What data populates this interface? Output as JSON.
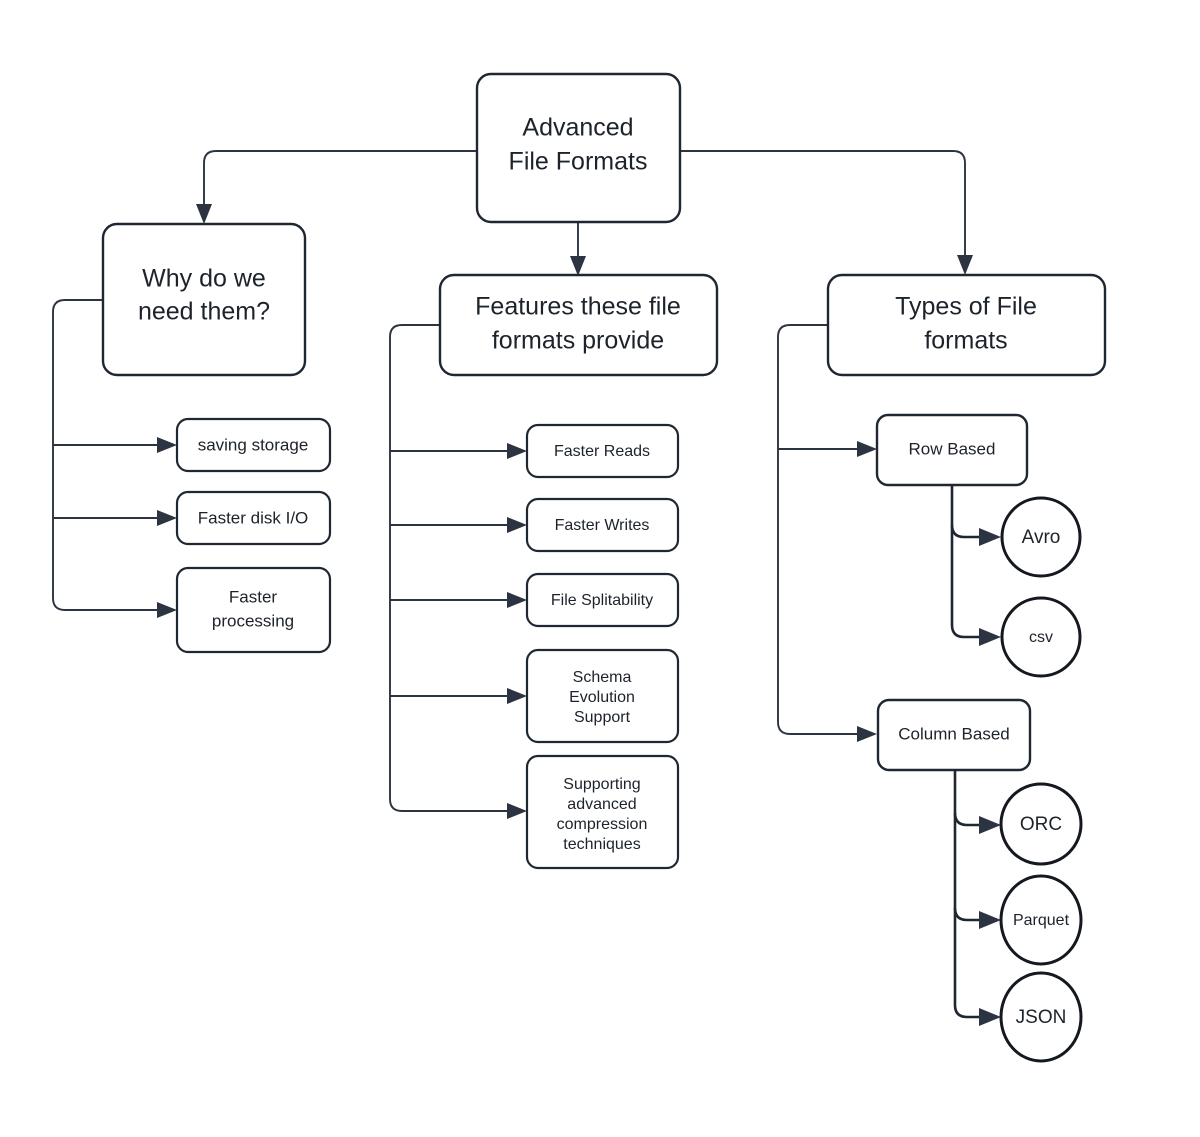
{
  "diagram": {
    "title": "Advanced File Formats",
    "type": "tree-mindmap",
    "colors": {
      "background": "#ffffff",
      "node_stroke": "#1f2733",
      "edge_stroke": "#2b3440",
      "node_fill": "#ffffff",
      "text": "#1d232b"
    },
    "root": {
      "id": "root",
      "label_line1": "Advanced",
      "label_line2": "File Formats"
    },
    "branches": [
      {
        "id": "why",
        "label_line1": "Why do we",
        "label_line2": "need them?",
        "children": [
          {
            "id": "saving-storage",
            "label_line1": "saving storage",
            "label_line2": ""
          },
          {
            "id": "faster-disk-io",
            "label_line1": "Faster disk I/O",
            "label_line2": ""
          },
          {
            "id": "faster-processing",
            "label_line1": "Faster",
            "label_line2": "processing"
          }
        ]
      },
      {
        "id": "features",
        "label_line1": "Features these file",
        "label_line2": "formats provide",
        "children": [
          {
            "id": "faster-reads",
            "label_line1": "Faster Reads",
            "label_line2": "",
            "label_line3": "",
            "label_line4": ""
          },
          {
            "id": "faster-writes",
            "label_line1": "Faster Writes",
            "label_line2": "",
            "label_line3": "",
            "label_line4": ""
          },
          {
            "id": "file-splitability",
            "label_line1": "File Splitability",
            "label_line2": "",
            "label_line3": "",
            "label_line4": ""
          },
          {
            "id": "schema-evolution",
            "label_line1": "Schema",
            "label_line2": "Evolution",
            "label_line3": "Support",
            "label_line4": ""
          },
          {
            "id": "compression",
            "label_line1": "Supporting",
            "label_line2": "advanced",
            "label_line3": "compression",
            "label_line4": "techniques"
          }
        ]
      },
      {
        "id": "types",
        "label_line1": "Types of File",
        "label_line2": "formats",
        "children": [
          {
            "id": "row-based",
            "label_line1": "Row Based",
            "formats": [
              {
                "id": "avro",
                "label": "Avro"
              },
              {
                "id": "csv",
                "label": "csv"
              }
            ]
          },
          {
            "id": "column-based",
            "label_line1": "Column Based",
            "formats": [
              {
                "id": "orc",
                "label": "ORC"
              },
              {
                "id": "parquet",
                "label": "Parquet"
              },
              {
                "id": "json",
                "label": "JSON"
              }
            ]
          }
        ]
      }
    ]
  }
}
